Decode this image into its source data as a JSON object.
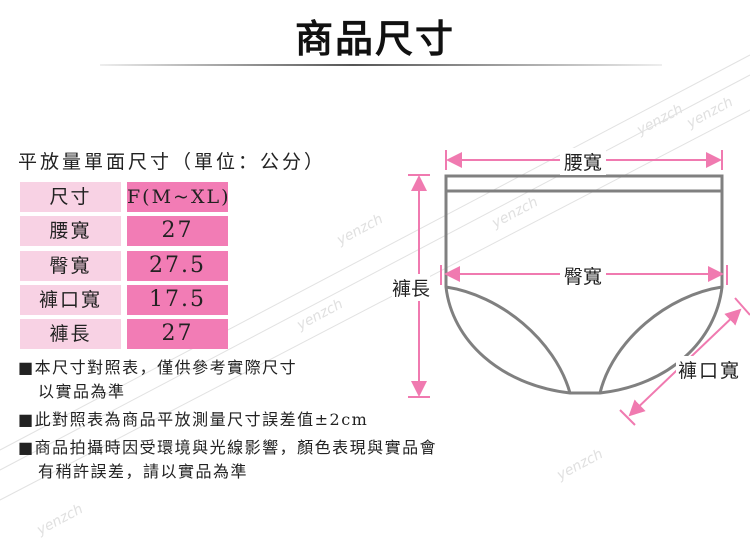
{
  "header": {
    "title": "商品尺寸"
  },
  "watermark": "yenzch",
  "table": {
    "subtitle": "平放量單面尺寸（單位：公分）",
    "rows": [
      {
        "label": "尺寸",
        "value": "F(M~XL)"
      },
      {
        "label": "腰寬",
        "value": "27"
      },
      {
        "label": "臀寬",
        "value": "27.5"
      },
      {
        "label": "褲口寬",
        "value": "17.5"
      },
      {
        "label": "褲長",
        "value": "27"
      }
    ]
  },
  "notes": [
    {
      "line1": "■本尺寸對照表，僅供參考實際尺寸",
      "line2": "以實品為準"
    },
    {
      "line1": "■此對照表為商品平放測量尺寸誤差值±2cm"
    },
    {
      "line1": "■商品拍攝時因受環境與光線影響，顏色表現與實品會",
      "line2": "有稍許誤差，請以實品為準"
    }
  ],
  "diagram": {
    "waist": "腰寬",
    "hip": "臀寬",
    "length": "褲長",
    "leg": "褲口寬"
  },
  "colors": {
    "accent": "#f27cb5",
    "light": "#f8d2e4",
    "arrow": "#f07ab0",
    "outline": "#808080"
  }
}
